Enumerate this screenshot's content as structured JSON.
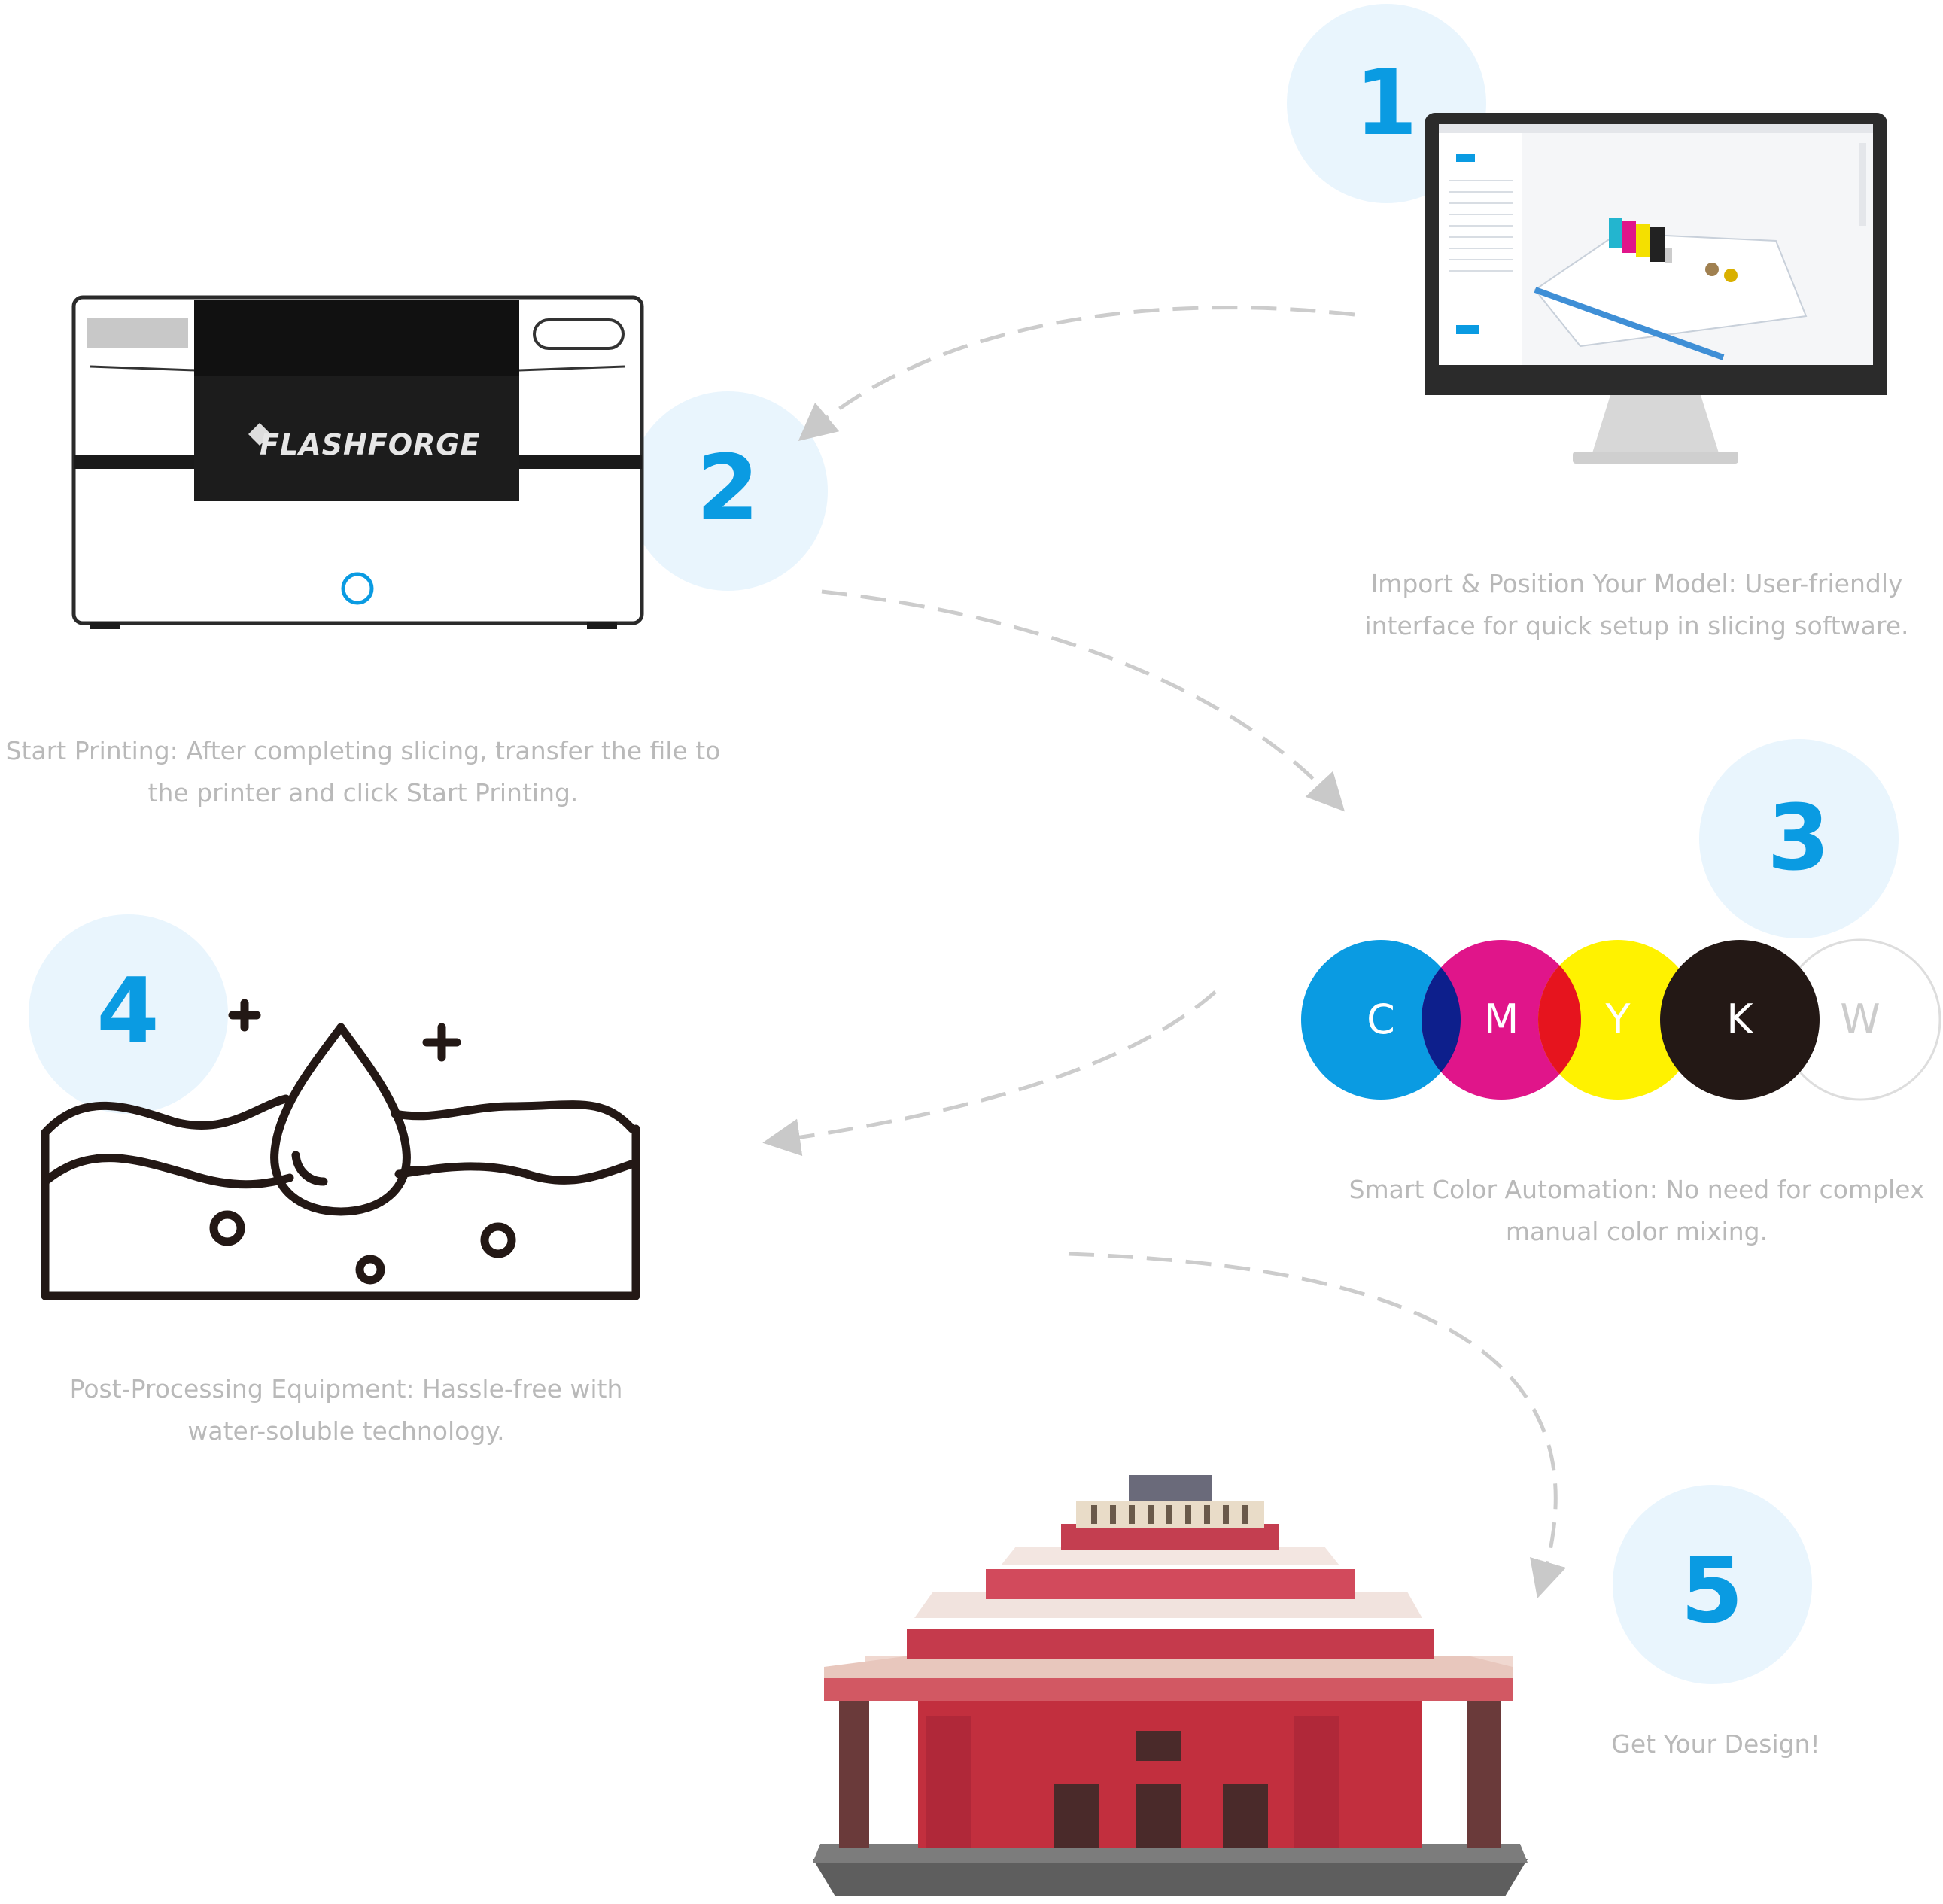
{
  "steps": [
    {
      "number": "1",
      "caption": "Import & Position Your Model: User-friendly interface for quick setup in slicing software."
    },
    {
      "number": "2",
      "caption": "Start Printing: After completing slicing, transfer the file to the printer and click Start Printing."
    },
    {
      "number": "3",
      "caption": "Smart Color Automation: No need for complex manual color mixing."
    },
    {
      "number": "4",
      "caption": "Post-Processing Equipment: Hassle-free with water-soluble technology."
    },
    {
      "number": "5",
      "caption": "Get Your Design!"
    }
  ],
  "printer": {
    "brand": "FLASHFORGE"
  },
  "color_wheels": [
    {
      "letter": "C",
      "color": "#0a9be2"
    },
    {
      "letter": "M",
      "color": "#e0158a"
    },
    {
      "letter": "Y",
      "color": "#fff200"
    },
    {
      "letter": "K",
      "color": "#231815"
    },
    {
      "letter": "W",
      "color": "#ffffff"
    }
  ],
  "colors": {
    "accent": "#0a9be2",
    "badge_bg": "#e9f5fd",
    "caption": "#b9b9b9",
    "arrow": "#cccccc"
  },
  "icons": [
    "monitor-icon",
    "printer-icon",
    "cmykw-icon",
    "water-soluble-icon",
    "building-model-image"
  ]
}
